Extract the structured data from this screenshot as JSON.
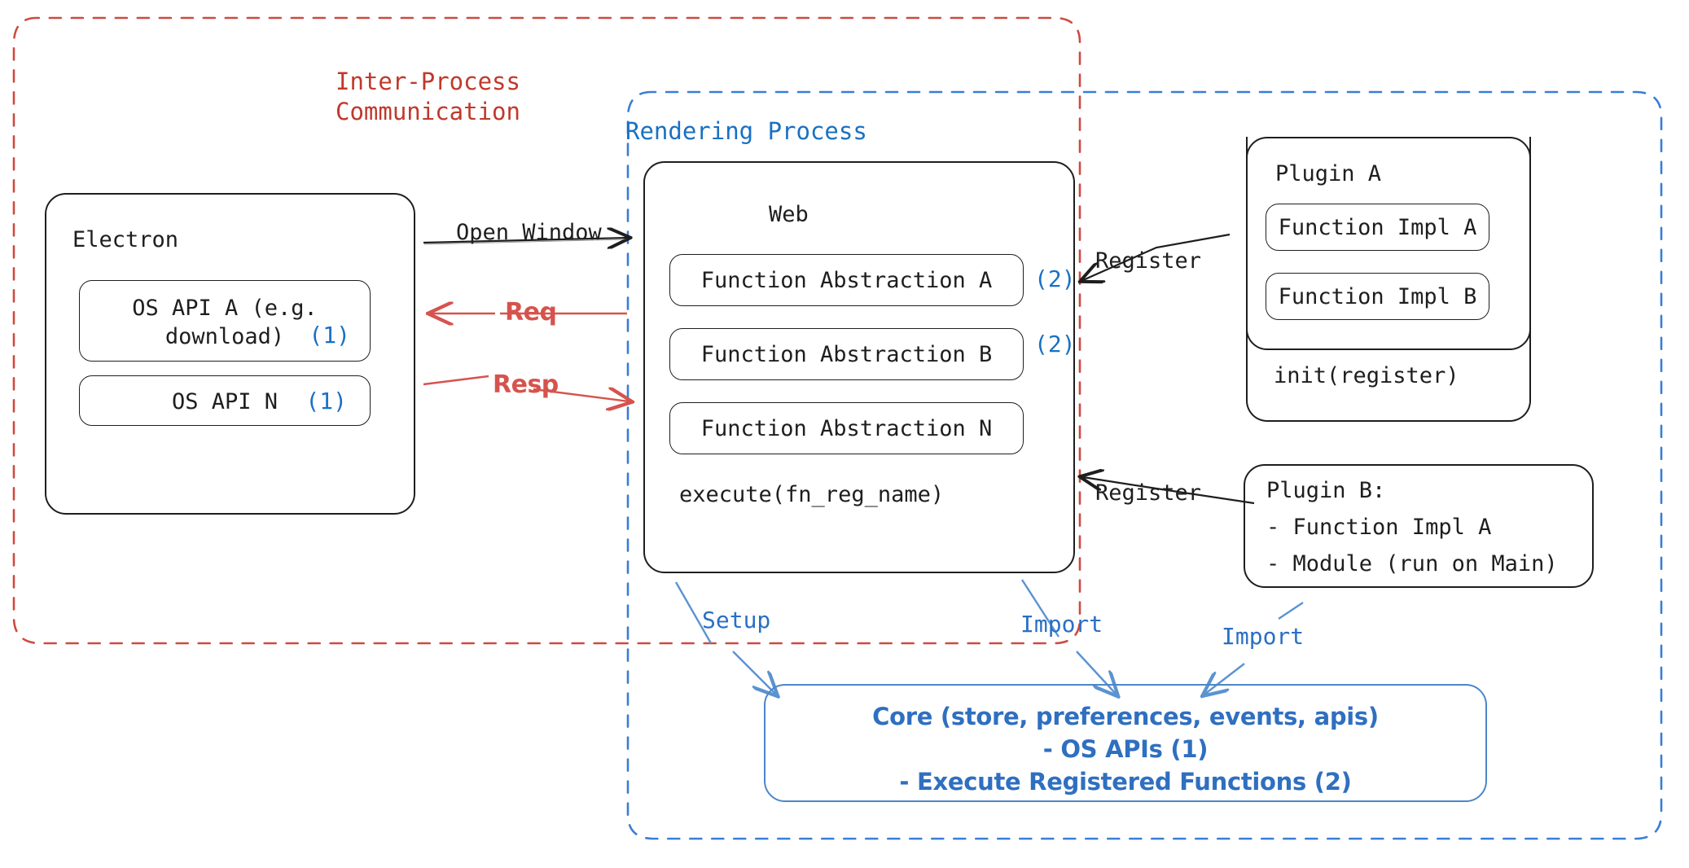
{
  "diagram": {
    "title_ipc": "Inter-Process\nCommunication",
    "title_rendering": "Rendering Process",
    "colors": {
      "ipc_boundary": "#cc4b42",
      "render_boundary": "#3a7dd6",
      "accent_blue": "#1971c2",
      "stroke": "#1e1e1e",
      "red_arrow": "#d6534d",
      "core_blue": "#4c86c8"
    }
  },
  "electron": {
    "heading": "Electron",
    "items": [
      {
        "label": "OS API A (e.g.\ndownload)",
        "marker": "(1)"
      },
      {
        "label": "OS API N",
        "marker": "(1)"
      }
    ]
  },
  "web": {
    "heading": "Web",
    "items": [
      {
        "label": "Function Abstraction A",
        "marker": "(2)"
      },
      {
        "label": "Function Abstraction B",
        "marker": "(2)"
      },
      {
        "label": "Function Abstraction N",
        "marker": ""
      }
    ],
    "footer": "execute(fn_reg_name)"
  },
  "plugin_a": {
    "heading": "Plugin A",
    "items": [
      {
        "label": "Function Impl A"
      },
      {
        "label": "Function Impl B"
      }
    ],
    "footer": "init(register)"
  },
  "plugin_b": {
    "lines": [
      "Plugin B:",
      "- Function Impl A",
      "- Module (run on Main)"
    ]
  },
  "core": {
    "lines": [
      "Core (store, preferences, events, apis)",
      "- OS APIs (1)",
      "- Execute Registered Functions (2)"
    ]
  },
  "edges": [
    {
      "id": "open-window",
      "label": "Open Window",
      "color": "black"
    },
    {
      "id": "req",
      "label": "Req",
      "color": "red"
    },
    {
      "id": "resp",
      "label": "Resp",
      "color": "red"
    },
    {
      "id": "register-a",
      "label": "Register",
      "color": "black"
    },
    {
      "id": "register-b",
      "label": "Register",
      "color": "black"
    },
    {
      "id": "setup",
      "label": "Setup",
      "color": "blue"
    },
    {
      "id": "import-web",
      "label": "Import",
      "color": "blue"
    },
    {
      "id": "import-plugin",
      "label": "Import",
      "color": "blue"
    }
  ]
}
